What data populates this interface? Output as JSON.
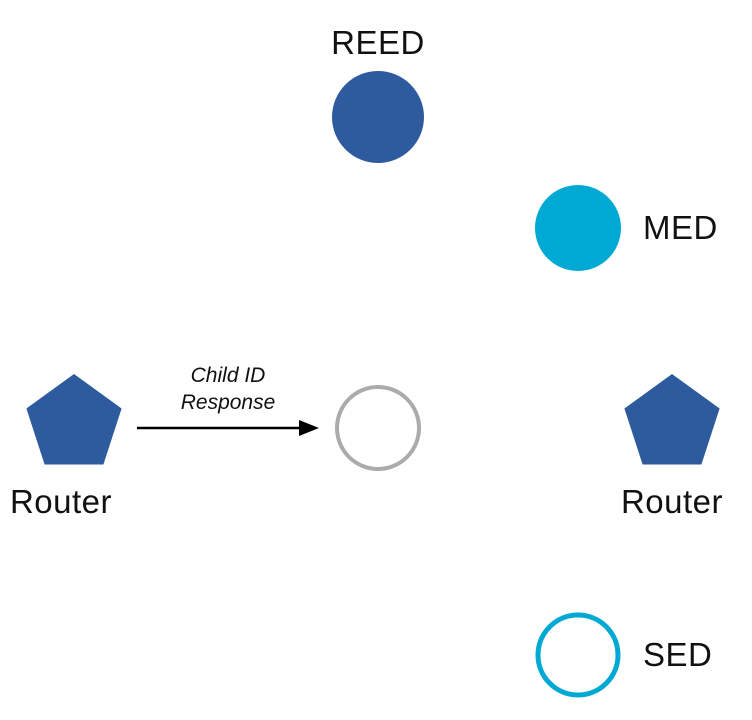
{
  "diagram": {
    "description": "Thread network device roles diagram",
    "nodes": {
      "reed": {
        "label": "REED",
        "shape": "filled-circle"
      },
      "med": {
        "label": "MED",
        "shape": "filled-circle"
      },
      "router_left": {
        "label": "Router",
        "shape": "pentagon"
      },
      "router_right": {
        "label": "Router",
        "shape": "pentagon"
      },
      "joining_child": {
        "label": "",
        "shape": "outlined-circle"
      },
      "sed": {
        "label": "SED",
        "shape": "outlined-circle"
      }
    },
    "arrow": {
      "label": "Child ID\nResponse"
    },
    "colors": {
      "dark_blue": "#2E5A9E",
      "cyan": "#00A9D4",
      "gray_outline": "#ABABAB",
      "arrow": "#000000"
    }
  }
}
